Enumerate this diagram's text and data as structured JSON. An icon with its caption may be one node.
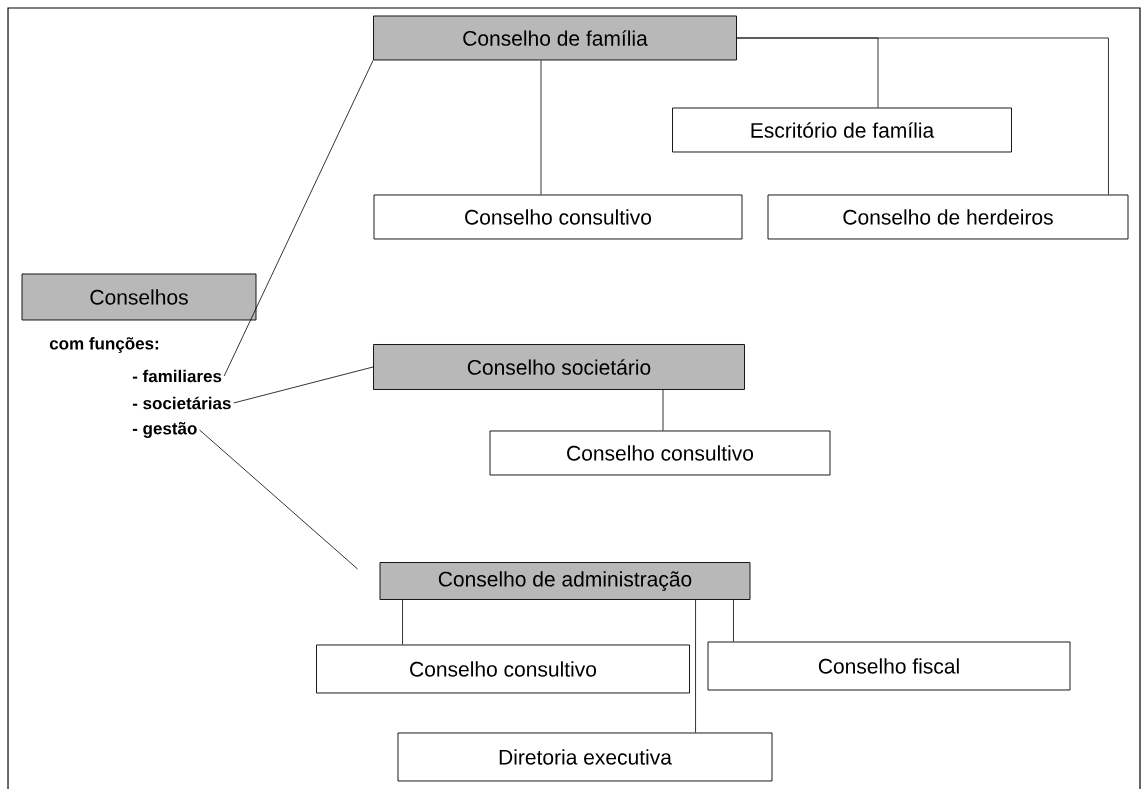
{
  "diagram": {
    "nodes": [
      {
        "text": [
          "Conselhos"
        ],
        "beside": [
          "com funções:"
        ]
      },
      {
        "text": [
          "- familiares"
        ]
      },
      {
        "text": [
          "- societárias"
        ]
      },
      {
        "text": [
          "- gestão"
        ]
      },
      {
        "text": [
          "Conselho de família"
        ]
      },
      {
        "text": [
          "Escritório de família"
        ]
      },
      {
        "text": [
          "Conselho consultivo"
        ]
      },
      {
        "text": [
          "Conselho de herdeiros"
        ]
      },
      {
        "text": [
          "Conselho societário"
        ]
      },
      {
        "text": [
          "Conselho consultivo"
        ]
      },
      {
        "text": [
          "Conselho de administração"
        ]
      },
      {
        "text": [
          "Conselho consultivo"
        ]
      },
      {
        "text": [
          "Conselho fiscal"
        ]
      },
      {
        "text": [
          "Diretoria executiva"
        ]
      }
    ],
    "edges": [
      {
        "from": 1,
        "to": 4,
        "arrow": "none"
      },
      {
        "from": 2,
        "to": 8,
        "arrow": "none"
      },
      {
        "from": 3,
        "to": 10,
        "arrow": "none"
      },
      {
        "from": 4,
        "to": 6,
        "arrow": "none"
      },
      {
        "from": 4,
        "to": 5,
        "arrow": "none"
      },
      {
        "from": 4,
        "to": 7,
        "arrow": "none"
      },
      {
        "from": 8,
        "to": 9,
        "arrow": "none"
      },
      {
        "from": 10,
        "to": 11,
        "arrow": "none"
      },
      {
        "from": 10,
        "to": 13,
        "arrow": "none"
      },
      {
        "from": 10,
        "to": 12,
        "arrow": "none"
      }
    ]
  }
}
